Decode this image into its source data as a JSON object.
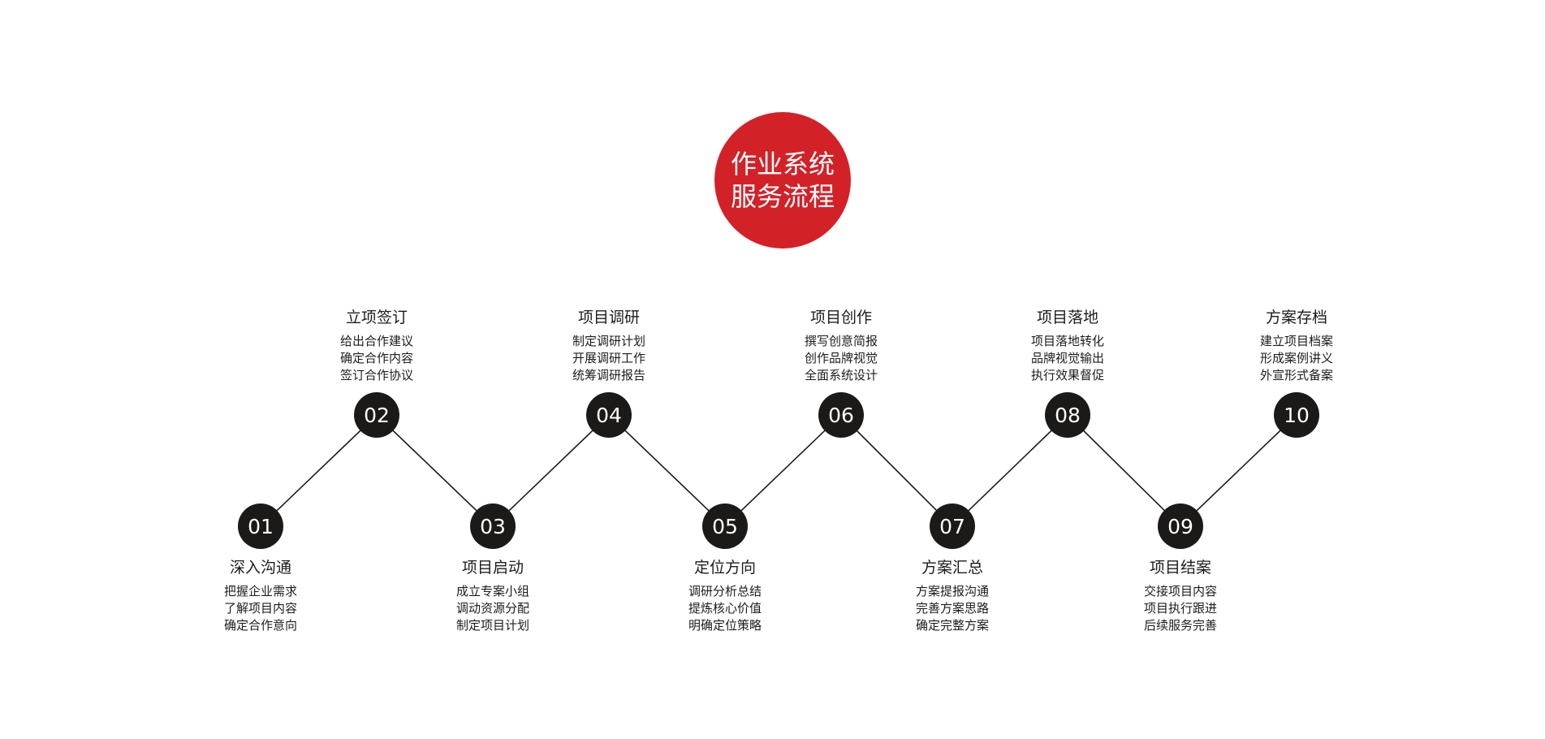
{
  "title": {
    "line1": "作业系统",
    "line2": "服务流程"
  },
  "steps": [
    {
      "num": "01",
      "title": "深入沟通",
      "lines": [
        "把握企业需求",
        "了解项目内容",
        "确定合作意向"
      ]
    },
    {
      "num": "02",
      "title": "立项签订",
      "lines": [
        "给出合作建议",
        "确定合作内容",
        "签订合作协议"
      ]
    },
    {
      "num": "03",
      "title": "项目启动",
      "lines": [
        "成立专案小组",
        "调动资源分配",
        "制定项目计划"
      ]
    },
    {
      "num": "04",
      "title": "项目调研",
      "lines": [
        "制定调研计划",
        "开展调研工作",
        "统筹调研报告"
      ]
    },
    {
      "num": "05",
      "title": "定位方向",
      "lines": [
        "调研分析总结",
        "提炼核心价值",
        "明确定位策略"
      ]
    },
    {
      "num": "06",
      "title": "项目创作",
      "lines": [
        "撰写创意简报",
        "创作品牌视觉",
        "全面系统设计"
      ]
    },
    {
      "num": "07",
      "title": "方案汇总",
      "lines": [
        "方案提报沟通",
        "完善方案思路",
        "确定完整方案"
      ]
    },
    {
      "num": "08",
      "title": "项目落地",
      "lines": [
        "项目落地转化",
        "品牌视觉输出",
        "执行效果督促"
      ]
    },
    {
      "num": "09",
      "title": "项目结案",
      "lines": [
        "交接项目内容",
        "项目执行跟进",
        "后续服务完善"
      ]
    },
    {
      "num": "10",
      "title": "方案存档",
      "lines": [
        "建立项目档案",
        "形成案例讲义",
        "外宣形式备案"
      ]
    }
  ],
  "colors": {
    "accent": "#d32128",
    "node": "#1c1a19",
    "line": "#1c1c1c"
  }
}
